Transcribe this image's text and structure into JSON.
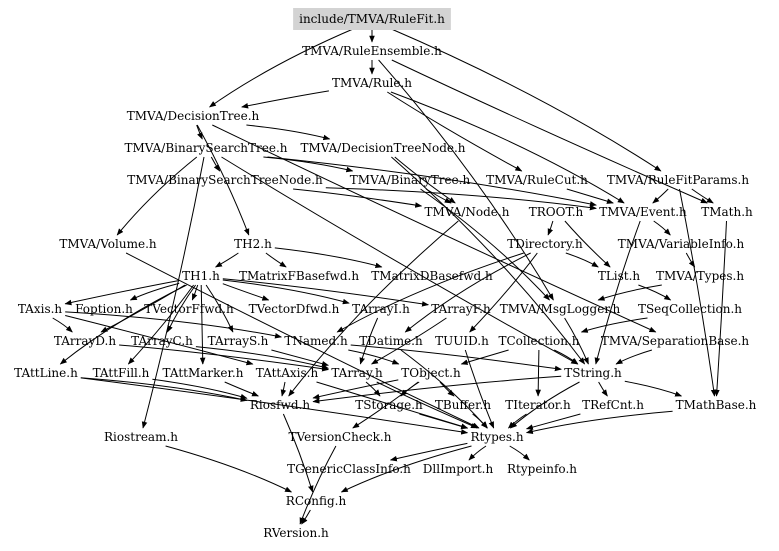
{
  "root": "include/TMVA/RuleFit.h",
  "nodes": [
    {
      "id": "rulefit",
      "label": "include/TMVA/RuleFit.h",
      "root": true
    },
    {
      "id": "ruleensemble",
      "label": "TMVA/RuleEnsemble.h"
    },
    {
      "id": "rule",
      "label": "TMVA/Rule.h"
    },
    {
      "id": "decisiontree",
      "label": "TMVA/DecisionTree.h"
    },
    {
      "id": "binarysearchtree",
      "label": "TMVA/BinarySearchTree.h"
    },
    {
      "id": "decisiontreenode",
      "label": "TMVA/DecisionTreeNode.h"
    },
    {
      "id": "bstnode",
      "label": "TMVA/BinarySearchTreeNode.h"
    },
    {
      "id": "binarytree",
      "label": "TMVA/BinaryTree.h"
    },
    {
      "id": "rulecut",
      "label": "TMVA/RuleCut.h"
    },
    {
      "id": "rulefitparams",
      "label": "TMVA/RuleFitParams.h"
    },
    {
      "id": "tmvanode",
      "label": "TMVA/Node.h"
    },
    {
      "id": "troot",
      "label": "TROOT.h"
    },
    {
      "id": "event",
      "label": "TMVA/Event.h"
    },
    {
      "id": "tmath",
      "label": "TMath.h"
    },
    {
      "id": "volume",
      "label": "TMVA/Volume.h"
    },
    {
      "id": "th2",
      "label": "TH2.h"
    },
    {
      "id": "tdirectory",
      "label": "TDirectory.h"
    },
    {
      "id": "variableinfo",
      "label": "TMVA/VariableInfo.h"
    },
    {
      "id": "th1",
      "label": "TH1.h"
    },
    {
      "id": "tmatrixfbasefwd",
      "label": "TMatrixFBasefwd.h"
    },
    {
      "id": "tmatrixdbasefwd",
      "label": "TMatrixDBasefwd.h"
    },
    {
      "id": "tlist",
      "label": "TList.h"
    },
    {
      "id": "types",
      "label": "TMVA/Types.h"
    },
    {
      "id": "taxis",
      "label": "TAxis.h"
    },
    {
      "id": "foption",
      "label": "Foption.h"
    },
    {
      "id": "tvectorffwd",
      "label": "TVectorFfwd.h"
    },
    {
      "id": "tvectordfwd",
      "label": "TVectorDfwd.h"
    },
    {
      "id": "tarrayi",
      "label": "TArrayI.h"
    },
    {
      "id": "tarrayf",
      "label": "TArrayF.h"
    },
    {
      "id": "msglogger",
      "label": "TMVA/MsgLogger.h"
    },
    {
      "id": "tseqcollection",
      "label": "TSeqCollection.h"
    },
    {
      "id": "tarrayd",
      "label": "TArrayD.h"
    },
    {
      "id": "tarrayc",
      "label": "TArrayC.h"
    },
    {
      "id": "tarrays",
      "label": "TArrayS.h"
    },
    {
      "id": "tnamed",
      "label": "TNamed.h"
    },
    {
      "id": "tdatime",
      "label": "TDatime.h"
    },
    {
      "id": "tuuid",
      "label": "TUUID.h"
    },
    {
      "id": "tcollection",
      "label": "TCollection.h"
    },
    {
      "id": "separationbase",
      "label": "TMVA/SeparationBase.h"
    },
    {
      "id": "tattline",
      "label": "TAttLine.h"
    },
    {
      "id": "tattfill",
      "label": "TAttFill.h"
    },
    {
      "id": "tattmarker",
      "label": "TAttMarker.h"
    },
    {
      "id": "tattaxis",
      "label": "TAttAxis.h"
    },
    {
      "id": "tarray",
      "label": "TArray.h"
    },
    {
      "id": "tobject",
      "label": "TObject.h"
    },
    {
      "id": "tstring",
      "label": "TString.h"
    },
    {
      "id": "riosfwd",
      "label": "Riosfwd.h"
    },
    {
      "id": "tstorage",
      "label": "TStorage.h"
    },
    {
      "id": "tbuffer",
      "label": "TBuffer.h"
    },
    {
      "id": "titerator",
      "label": "TIterator.h"
    },
    {
      "id": "trefcnt",
      "label": "TRefCnt.h"
    },
    {
      "id": "tmathbase",
      "label": "TMathBase.h"
    },
    {
      "id": "riostream",
      "label": "Riostream.h"
    },
    {
      "id": "tversioncheck",
      "label": "TVersionCheck.h"
    },
    {
      "id": "rtypes",
      "label": "Rtypes.h"
    },
    {
      "id": "tgenericclassinfo",
      "label": "TGenericClassInfo.h"
    },
    {
      "id": "dllimport",
      "label": "DllImport.h"
    },
    {
      "id": "rtypeinfo",
      "label": "Rtypeinfo.h"
    },
    {
      "id": "rconfig",
      "label": "RConfig.h"
    },
    {
      "id": "rversion",
      "label": "RVersion.h"
    }
  ],
  "edges": [
    [
      "rulefit",
      "ruleensemble"
    ],
    [
      "rulefit",
      "decisiontree"
    ],
    [
      "rulefit",
      "rulefitparams"
    ],
    [
      "ruleensemble",
      "rule"
    ],
    [
      "ruleensemble",
      "msglogger"
    ],
    [
      "ruleensemble",
      "tmath"
    ],
    [
      "rule",
      "decisiontree"
    ],
    [
      "rule",
      "rulecut"
    ],
    [
      "rule",
      "event"
    ],
    [
      "decisiontree",
      "binarysearchtree"
    ],
    [
      "decisiontree",
      "decisiontreenode"
    ],
    [
      "decisiontree",
      "separationbase"
    ],
    [
      "decisiontree",
      "th2"
    ],
    [
      "binarysearchtree",
      "bstnode"
    ],
    [
      "binarysearchtree",
      "binarytree"
    ],
    [
      "binarysearchtree",
      "volume"
    ],
    [
      "binarysearchtree",
      "riostream"
    ],
    [
      "binarysearchtree",
      "tstring"
    ],
    [
      "binarysearchtree",
      "event"
    ],
    [
      "decisiontreenode",
      "tmvanode"
    ],
    [
      "decisiontreenode",
      "tstring"
    ],
    [
      "bstnode",
      "tmvanode"
    ],
    [
      "bstnode",
      "event"
    ],
    [
      "binarytree",
      "tmvanode"
    ],
    [
      "binarytree",
      "msglogger"
    ],
    [
      "rulecut",
      "event"
    ],
    [
      "rulefitparams",
      "event"
    ],
    [
      "rulefitparams",
      "tmath"
    ],
    [
      "rulefitparams",
      "tmathbase"
    ],
    [
      "tmvanode",
      "riosfwd"
    ],
    [
      "troot",
      "tdirectory"
    ],
    [
      "troot",
      "tlist"
    ],
    [
      "event",
      "variableinfo"
    ],
    [
      "event",
      "tstring"
    ],
    [
      "tmath",
      "tmathbase"
    ],
    [
      "volume",
      "rtypes"
    ],
    [
      "th2",
      "th1"
    ],
    [
      "th2",
      "tmatrixfbasefwd"
    ],
    [
      "th2",
      "tmatrixdbasefwd"
    ],
    [
      "tdirectory",
      "tnamed"
    ],
    [
      "tdirectory",
      "tlist"
    ],
    [
      "tdirectory",
      "tdatime"
    ],
    [
      "tdirectory",
      "tuuid"
    ],
    [
      "variableinfo",
      "types"
    ],
    [
      "th1",
      "taxis"
    ],
    [
      "th1",
      "foption"
    ],
    [
      "th1",
      "tvectorffwd"
    ],
    [
      "th1",
      "tvectordfwd"
    ],
    [
      "th1",
      "tarrayi"
    ],
    [
      "th1",
      "tarrayf"
    ],
    [
      "th1",
      "tarrayd"
    ],
    [
      "th1",
      "tarrayc"
    ],
    [
      "th1",
      "tarrays"
    ],
    [
      "th1",
      "tattline"
    ],
    [
      "th1",
      "tattfill"
    ],
    [
      "th1",
      "tattmarker"
    ],
    [
      "tlist",
      "tseqcollection"
    ],
    [
      "types",
      "msglogger"
    ],
    [
      "msglogger",
      "tstring"
    ],
    [
      "tseqcollection",
      "tcollection"
    ],
    [
      "taxis",
      "tnamed"
    ],
    [
      "taxis",
      "tattaxis"
    ],
    [
      "taxis",
      "tarrayd"
    ],
    [
      "tarrayi",
      "tarray"
    ],
    [
      "tarrayf",
      "tarray"
    ],
    [
      "tarrayd",
      "tarray"
    ],
    [
      "tarrayc",
      "tarray"
    ],
    [
      "tarrays",
      "tarray"
    ],
    [
      "tnamed",
      "tobject"
    ],
    [
      "tnamed",
      "tstring"
    ],
    [
      "tdatime",
      "rtypes"
    ],
    [
      "tuuid",
      "rtypes"
    ],
    [
      "tcollection",
      "tobject"
    ],
    [
      "tcollection",
      "titerator"
    ],
    [
      "tcollection",
      "tstring"
    ],
    [
      "separationbase",
      "tstring"
    ],
    [
      "tattline",
      "riosfwd"
    ],
    [
      "tattline",
      "rtypes"
    ],
    [
      "tattfill",
      "riosfwd"
    ],
    [
      "tattmarker",
      "riosfwd"
    ],
    [
      "tattaxis",
      "riosfwd"
    ],
    [
      "tattaxis",
      "rtypes"
    ],
    [
      "tarray",
      "tstorage"
    ],
    [
      "tarray",
      "rtypes"
    ],
    [
      "tobject",
      "riosfwd"
    ],
    [
      "tobject",
      "tstorage"
    ],
    [
      "tobject",
      "tversioncheck"
    ],
    [
      "tobject",
      "tbuffer"
    ],
    [
      "tstring",
      "riosfwd"
    ],
    [
      "tstring",
      "trefcnt"
    ],
    [
      "tstring",
      "tmathbase"
    ],
    [
      "tstring",
      "rtypes"
    ],
    [
      "riosfwd",
      "rconfig"
    ],
    [
      "tstorage",
      "rtypes"
    ],
    [
      "tbuffer",
      "rtypes"
    ],
    [
      "titerator",
      "rtypes"
    ],
    [
      "trefcnt",
      "rtypes"
    ],
    [
      "tmathbase",
      "rtypes"
    ],
    [
      "riostream",
      "rconfig"
    ],
    [
      "tversioncheck",
      "rversion"
    ],
    [
      "rtypes",
      "tgenericclassinfo"
    ],
    [
      "rtypes",
      "dllimport"
    ],
    [
      "rtypes",
      "rtypeinfo"
    ],
    [
      "rtypes",
      "rconfig"
    ],
    [
      "rconfig",
      "rversion"
    ]
  ]
}
